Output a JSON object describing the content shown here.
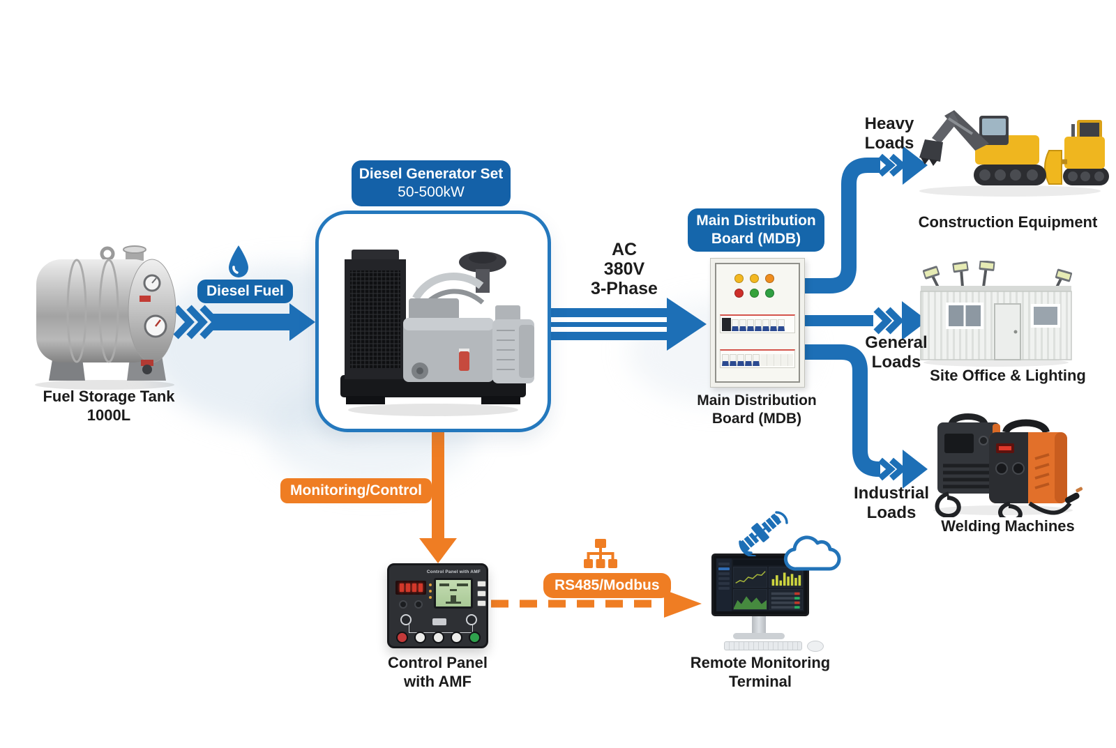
{
  "colors": {
    "primary_blue": "#1d6fb6",
    "badge_blue": "#1566ab",
    "accent_orange": "#ef7d23",
    "text": "#1b1b1b",
    "background": "#ffffff"
  },
  "icons": {
    "fuel_drop": "blue droplet shape",
    "network": "orange hierarchy/modbus nodes",
    "satellite": "blue satellite with signal waves",
    "cloud": "white cloud with blue outline"
  },
  "tank": {
    "caption1": "Fuel Storage Tank",
    "caption2": "1000L"
  },
  "generator": {
    "badge1": "Diesel Generator Set",
    "badge2": "50-500kW"
  },
  "flows": {
    "diesel": {
      "label": "Diesel Fuel"
    },
    "ac": {
      "line1": "AC",
      "line2": "380V",
      "line3": "3-Phase"
    },
    "monitoring": {
      "label": "Monitoring/Control"
    },
    "rs485": {
      "label": "RS485/Modbus"
    }
  },
  "mdb": {
    "badge1": "Main Distribution",
    "badge2": "Board (MDB)",
    "caption1": "Main Distribution",
    "caption2": "Board (MDB)",
    "indicator_colors": [
      "#f3b821",
      "#f3b821",
      "#ef8d1f",
      "#cd2f2a",
      "#35a23a",
      "#2f9f42"
    ]
  },
  "loads": {
    "heavy": {
      "line1": "Heavy",
      "line2": "Loads",
      "caption": "Construction Equipment"
    },
    "general": {
      "line1": "General",
      "line2": "Loads",
      "caption": "Site Office & Lighting"
    },
    "industrial": {
      "line1": "Industrial",
      "line2": "Loads",
      "caption": "Welding Machines"
    }
  },
  "control_panel": {
    "device_label": "Control Panel with AMF",
    "caption1": "Control Panel",
    "caption2": "with AMF"
  },
  "remote": {
    "caption1": "Remote Monitoring",
    "caption2": "Terminal"
  }
}
